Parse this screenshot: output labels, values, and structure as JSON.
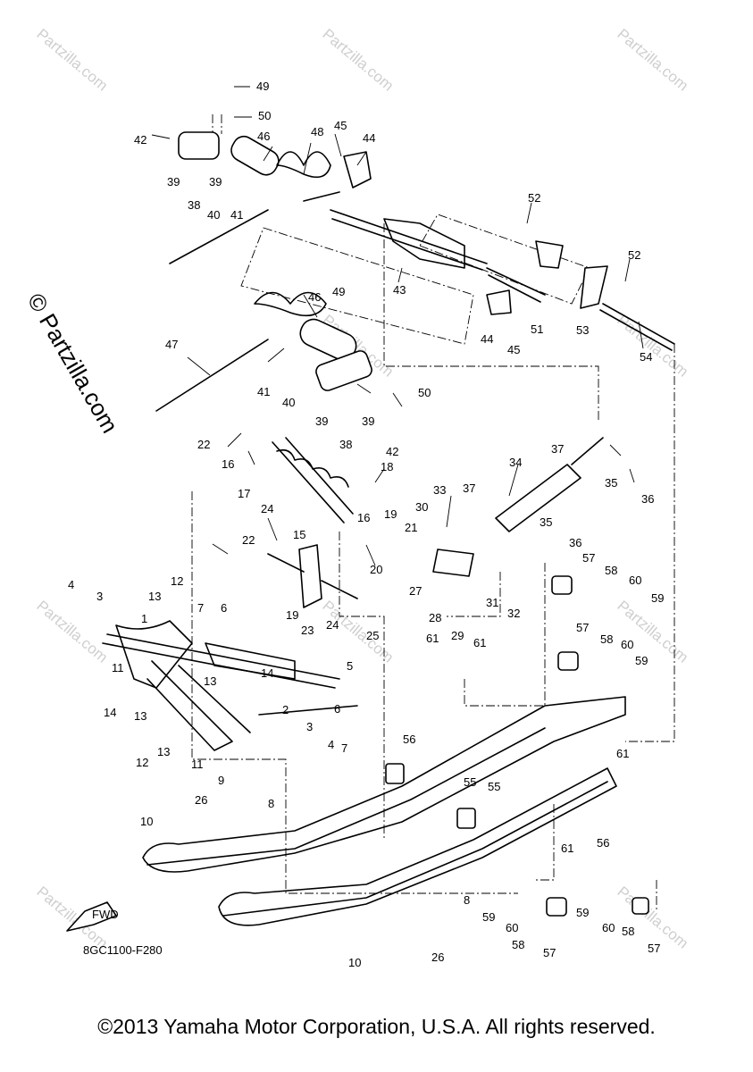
{
  "diagram": {
    "part_code": "8GC1100-F280",
    "fwd_label": "FWD",
    "copyright": "©2013 Yamaha Motor Corporation, U.S.A. All rights reserved.",
    "watermark_side": "© Partzilla.com",
    "watermark_small": "Partzilla.com",
    "callouts": [
      "49",
      "50",
      "42",
      "39",
      "38",
      "39",
      "40",
      "41",
      "46",
      "48",
      "45",
      "44",
      "52",
      "52",
      "43",
      "44",
      "45",
      "51",
      "53",
      "54",
      "47",
      "41",
      "40",
      "46",
      "49",
      "39",
      "39",
      "38",
      "42",
      "50",
      "22",
      "16",
      "17",
      "18",
      "37",
      "34",
      "35",
      "36",
      "24",
      "15",
      "16",
      "19",
      "33",
      "30",
      "21",
      "37",
      "35",
      "36",
      "22",
      "19",
      "20",
      "27",
      "57",
      "58",
      "60",
      "59",
      "23",
      "24",
      "25",
      "28",
      "29",
      "31",
      "32",
      "4",
      "3",
      "13",
      "12",
      "7",
      "6",
      "1",
      "61",
      "61",
      "57",
      "58",
      "60",
      "59",
      "11",
      "14",
      "5",
      "14",
      "13",
      "13",
      "2",
      "3",
      "6",
      "7",
      "4",
      "12",
      "13",
      "11",
      "9",
      "56",
      "55",
      "55",
      "61",
      "26",
      "8",
      "10",
      "56",
      "61",
      "59",
      "60",
      "58",
      "57",
      "59",
      "60",
      "58",
      "57",
      "8",
      "26",
      "10"
    ]
  }
}
